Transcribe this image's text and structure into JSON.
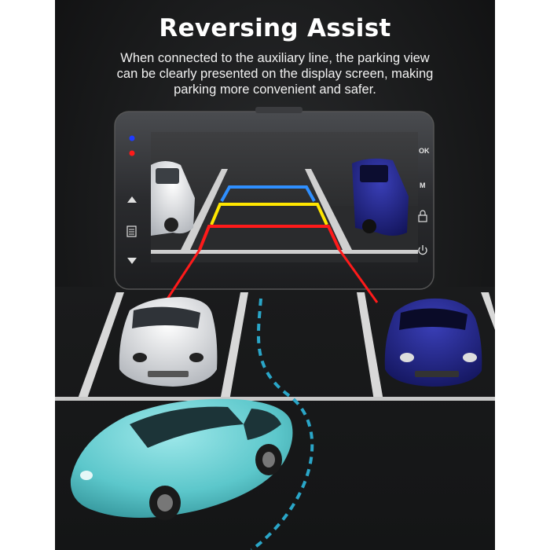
{
  "header": {
    "title": "Reversing Assist",
    "description_lines": [
      "When connected to the auxiliary line, the parking view",
      "can be clearly presented on the display screen, making",
      "parking more convenient and safer."
    ]
  },
  "device": {
    "buttons_right": [
      {
        "label": "OK"
      },
      {
        "label": "M"
      },
      {
        "icon": "lock-icon"
      },
      {
        "icon": "power-icon"
      }
    ],
    "buttons_left": [
      {
        "icon": "up-arrow-icon"
      },
      {
        "icon": "menu-icon"
      },
      {
        "icon": "down-arrow-icon"
      }
    ],
    "indicator_colors": [
      "#1f3bff",
      "#ff1a1a"
    ]
  },
  "guide_line_colors": {
    "far": "#2f8fff",
    "mid": "#ffe600",
    "near": "#ff1a1a"
  },
  "car_colors": {
    "white_car": "#e9ecef",
    "blue_car": "#1b1f7a",
    "teal_car": "#6ed3d6"
  }
}
